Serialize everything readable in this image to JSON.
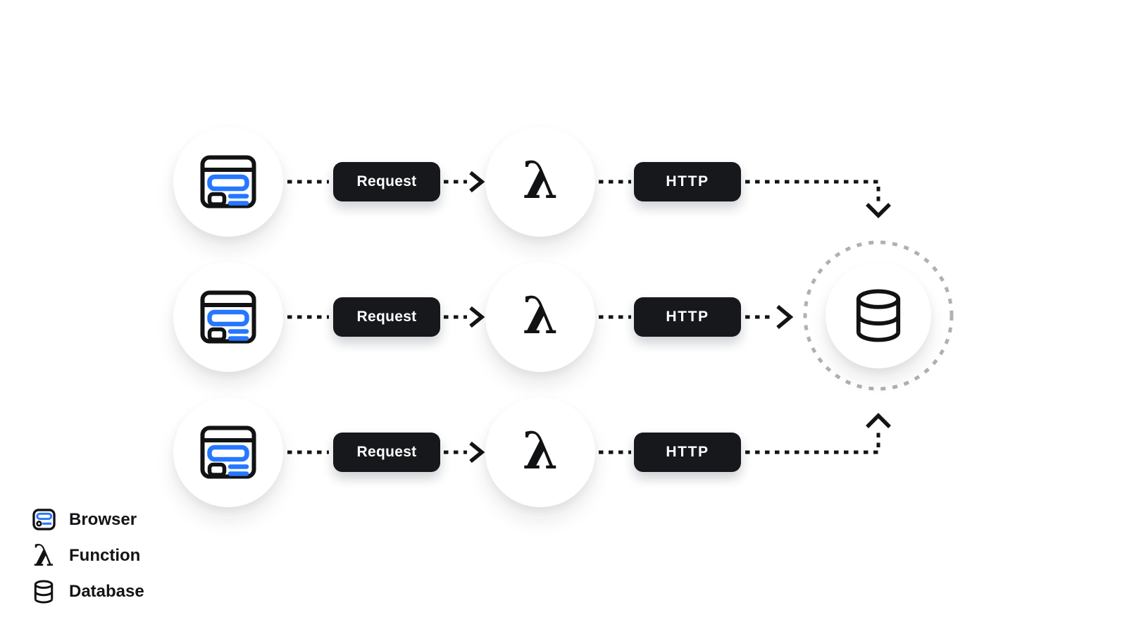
{
  "diagram": {
    "rows": [
      {
        "request_label": "Request",
        "lambda_symbol": "λ",
        "http_label": "HTTP"
      },
      {
        "request_label": "Request",
        "lambda_symbol": "λ",
        "http_label": "HTTP"
      },
      {
        "request_label": "Request",
        "lambda_symbol": "λ",
        "http_label": "HTTP"
      }
    ],
    "nodes": {
      "browser_icon": "browser-window-icon",
      "function_icon": "lambda-symbol",
      "database_icon": "database-cylinder-icon"
    },
    "colors": {
      "background": "#ffffff",
      "accent_blue": "#2577ff",
      "pill_background": "#17181c",
      "pill_text": "#ffffff",
      "line_black": "#141414",
      "dashed_ring_gray": "#b0b0b0",
      "text": "#131417"
    }
  },
  "legend": {
    "items": [
      {
        "icon": "browser-icon",
        "label": "Browser"
      },
      {
        "icon": "lambda-icon",
        "label": "Function",
        "symbol": "λ"
      },
      {
        "icon": "database-icon",
        "label": "Database"
      }
    ]
  }
}
